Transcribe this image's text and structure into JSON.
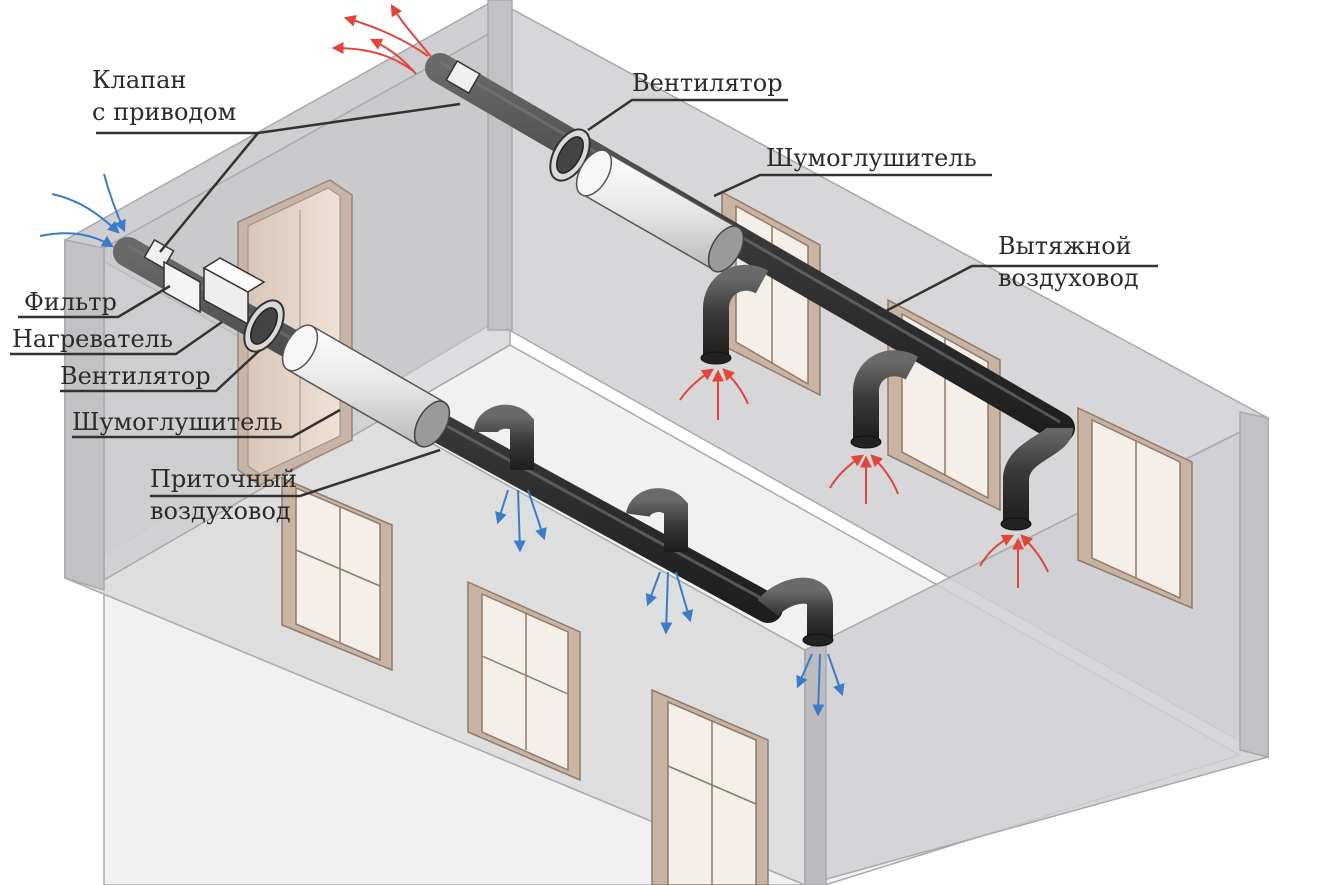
{
  "labels": {
    "valve": [
      "Клапан",
      "с приводом"
    ],
    "filter": "Фильтр",
    "heater": "Нагреватель",
    "supply_fan": "Вентилятор",
    "supply_silencer": "Шумоглушитель",
    "supply_duct": [
      "Приточный",
      "воздуховод"
    ],
    "exhaust_fan": "Вентилятор",
    "exhaust_silencer": "Шумоглушитель",
    "exhaust_duct": [
      "Вытяжной",
      "воздуховод"
    ]
  },
  "colors": {
    "supply_arrow": "#3a7cc8",
    "exhaust_arrow": "#e0473a",
    "duct": "#3d3d3d",
    "silencer": "#e8e8e8",
    "wall": "#d4d4d6",
    "window_frame": "#b89a84"
  }
}
